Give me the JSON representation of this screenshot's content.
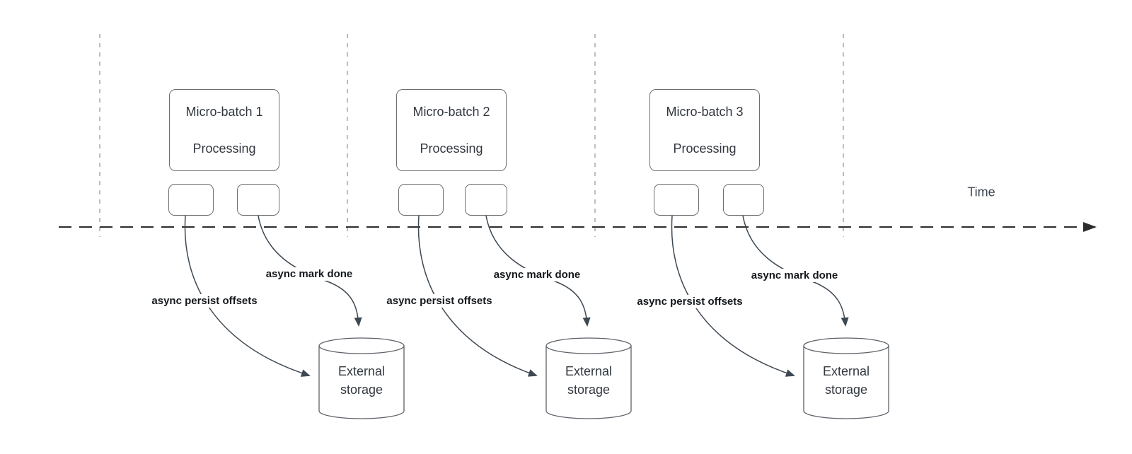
{
  "diagram": {
    "time_axis_label": "Time",
    "sections": [
      {
        "process_box_line1": "Micro-batch 1",
        "process_box_line2": "Processing",
        "persist_edge_label": "async persist offsets",
        "mark_done_edge_label": "async mark done",
        "storage_line1": "External",
        "storage_line2": "storage"
      },
      {
        "process_box_line1": "Micro-batch 2",
        "process_box_line2": "Processing",
        "persist_edge_label": "async persist offsets",
        "mark_done_edge_label": "async mark done",
        "storage_line1": "External",
        "storage_line2": "storage"
      },
      {
        "process_box_line1": "Micro-batch 3",
        "process_box_line2": "Processing",
        "persist_edge_label": "async persist offsets",
        "mark_done_edge_label": "async mark done",
        "storage_line1": "External",
        "storage_line2": "storage"
      }
    ],
    "colors": {
      "connector": "#3e4852",
      "timeline": "#2d2d2d",
      "guide_line": "#a9a9a9",
      "shape_border": "#6e6e6e",
      "shape_text": "#32373f",
      "edge_label_text": "#14181c",
      "background": "#ffffff"
    }
  }
}
